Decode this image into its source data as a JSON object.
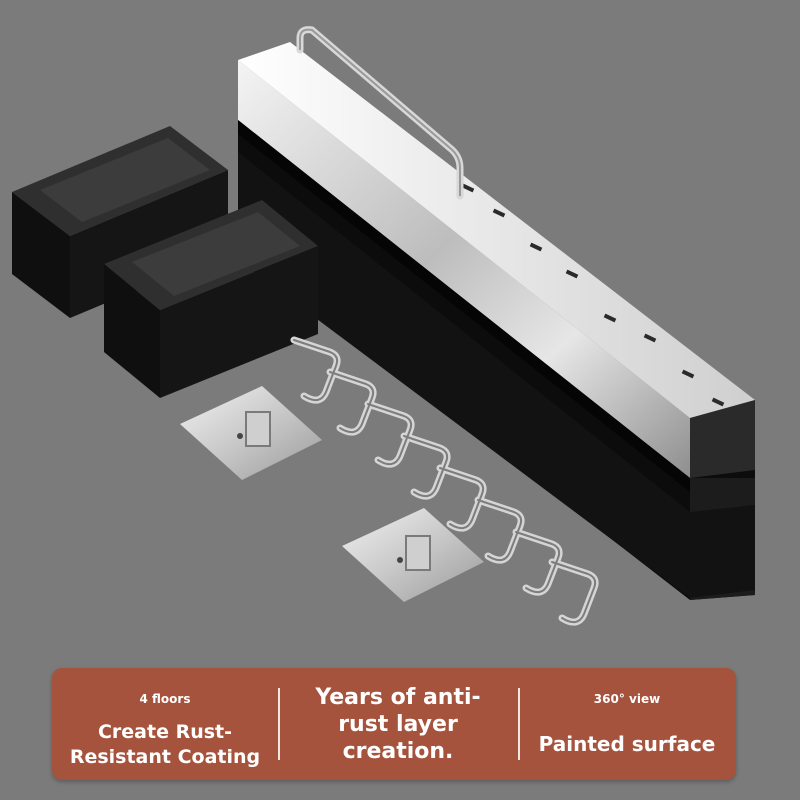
{
  "banner": {
    "col1": {
      "small": "4 floors",
      "line1": "Create Rust-",
      "line2": "Resistant Coating"
    },
    "col2": {
      "line1": "Years of anti-",
      "line2": "rust layer",
      "line3": "creation."
    },
    "col3": {
      "small": "360° view",
      "line1": "Painted surface"
    }
  },
  "colors": {
    "background": "#7a7a7a",
    "banner": "#a6533d",
    "text": "#ffffff"
  }
}
